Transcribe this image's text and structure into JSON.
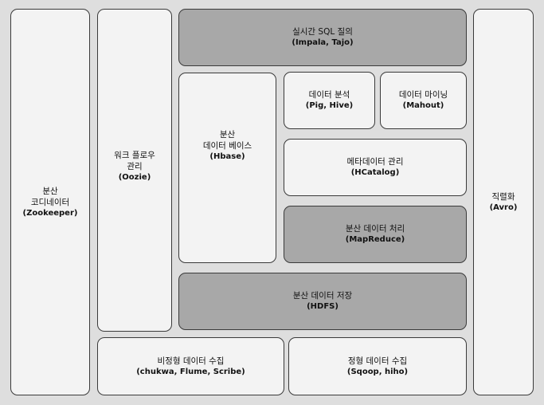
{
  "diagram": {
    "zookeeper": {
      "lines": [
        "분산",
        "코디네이터"
      ],
      "sub": "(Zookeeper)"
    },
    "oozie": {
      "lines": [
        "워크 플로우",
        "관리"
      ],
      "sub": "(Oozie)"
    },
    "impala": {
      "lines": [
        "실시간 SQL 질의"
      ],
      "sub": "(Impala, Tajo)"
    },
    "hbase": {
      "lines": [
        "분산",
        "데이터 베이스"
      ],
      "sub": "(Hbase)"
    },
    "pig": {
      "lines": [
        "데이터 분석"
      ],
      "sub": "(Pig, Hive)"
    },
    "mahout": {
      "lines": [
        "데이터 마이닝"
      ],
      "sub": "(Mahout)"
    },
    "hcatalog": {
      "lines": [
        "메타데이터 관리"
      ],
      "sub": "(HCatalog)"
    },
    "mapreduce": {
      "lines": [
        "분산 데이터 처리"
      ],
      "sub": "(MapReduce)"
    },
    "hdfs": {
      "lines": [
        "분산 데이터 저장"
      ],
      "sub": "(HDFS)"
    },
    "chukwa": {
      "lines": [
        "비정형 데이터 수집"
      ],
      "sub": "(chukwa, Flume, Scribe)"
    },
    "sqoop": {
      "lines": [
        "정형 데이터 수집"
      ],
      "sub": "(Sqoop, hiho)"
    },
    "avro": {
      "lines": [
        "직렬화"
      ],
      "sub": "(Avro)"
    }
  }
}
